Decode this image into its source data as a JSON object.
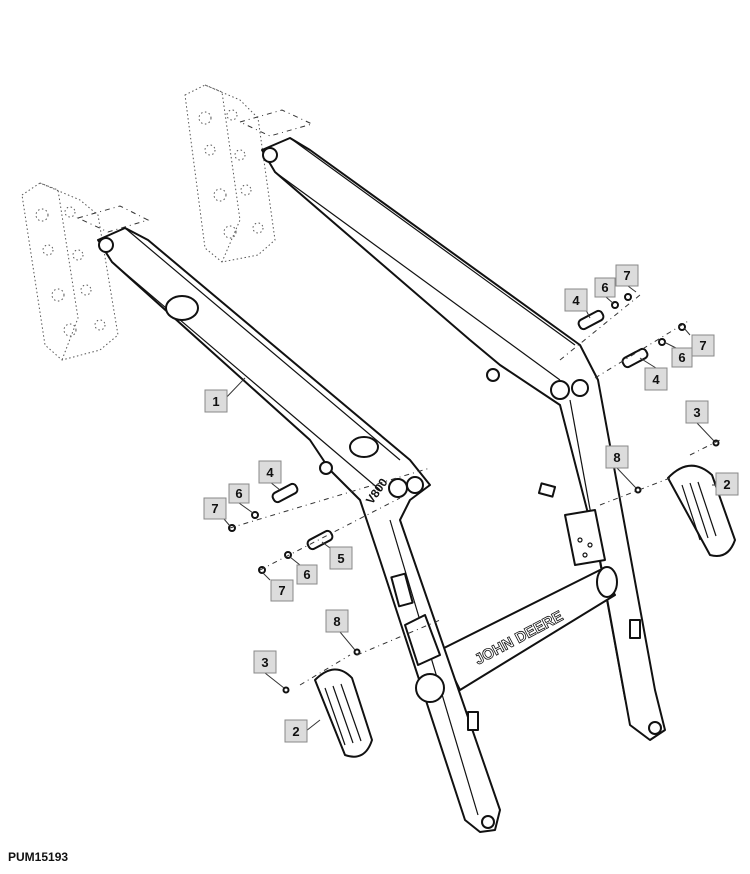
{
  "figure_id": "PUM15193",
  "decals": {
    "brand": "JOHN DEERE",
    "model": "V800"
  },
  "callouts": [
    {
      "id": "callout-1",
      "label": "1"
    },
    {
      "id": "callout-2a",
      "label": "2"
    },
    {
      "id": "callout-2b",
      "label": "2"
    },
    {
      "id": "callout-3a",
      "label": "3"
    },
    {
      "id": "callout-3b",
      "label": "3"
    },
    {
      "id": "callout-4a",
      "label": "4"
    },
    {
      "id": "callout-4b",
      "label": "4"
    },
    {
      "id": "callout-4c",
      "label": "4"
    },
    {
      "id": "callout-5",
      "label": "5"
    },
    {
      "id": "callout-6a",
      "label": "6"
    },
    {
      "id": "callout-6b",
      "label": "6"
    },
    {
      "id": "callout-6c",
      "label": "6"
    },
    {
      "id": "callout-6d",
      "label": "6"
    },
    {
      "id": "callout-7a",
      "label": "7"
    },
    {
      "id": "callout-7b",
      "label": "7"
    },
    {
      "id": "callout-7c",
      "label": "7"
    },
    {
      "id": "callout-7d",
      "label": "7"
    },
    {
      "id": "callout-8a",
      "label": "8"
    },
    {
      "id": "callout-8b",
      "label": "8"
    }
  ]
}
